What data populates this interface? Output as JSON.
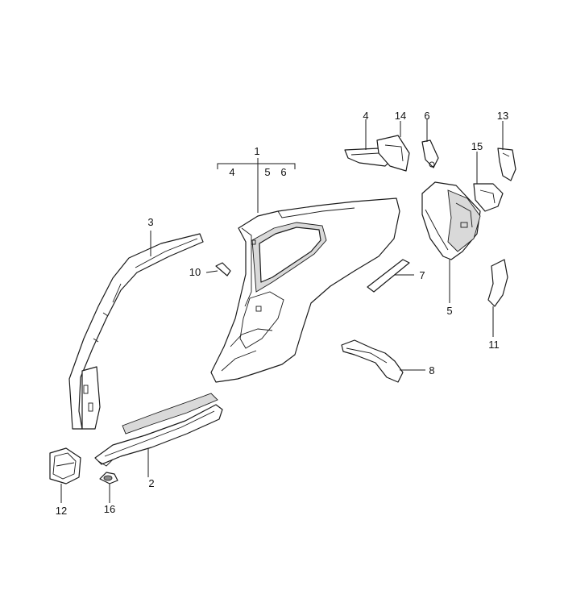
{
  "callouts": [
    {
      "id": "c1",
      "text": "1"
    },
    {
      "id": "c1a",
      "text": "4"
    },
    {
      "id": "c1b",
      "text": "5"
    },
    {
      "id": "c1c",
      "text": "6"
    },
    {
      "id": "c2",
      "text": "2"
    },
    {
      "id": "c3",
      "text": "3"
    },
    {
      "id": "c4",
      "text": "4"
    },
    {
      "id": "c5",
      "text": "5"
    },
    {
      "id": "c6",
      "text": "6"
    },
    {
      "id": "c7",
      "text": "7"
    },
    {
      "id": "c8",
      "text": "8"
    },
    {
      "id": "c10",
      "text": "10"
    },
    {
      "id": "c11",
      "text": "11"
    },
    {
      "id": "c12",
      "text": "12"
    },
    {
      "id": "c13",
      "text": "13"
    },
    {
      "id": "c14",
      "text": "14"
    },
    {
      "id": "c15",
      "text": "15"
    },
    {
      "id": "c16",
      "text": "16"
    }
  ]
}
